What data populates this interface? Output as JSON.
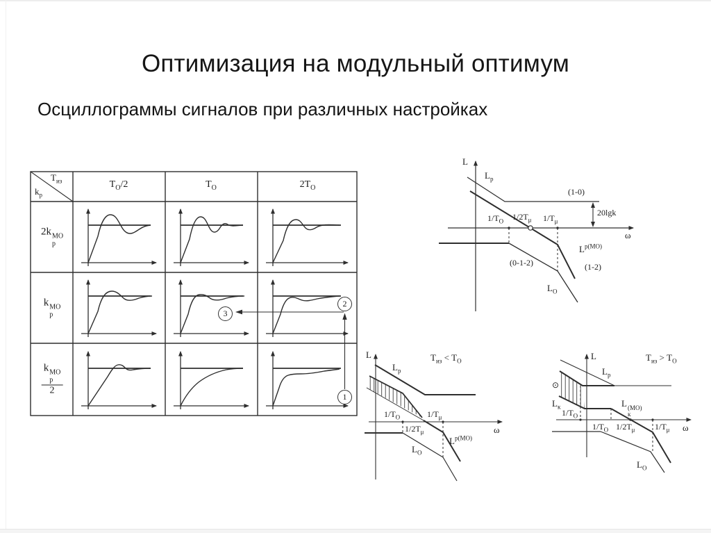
{
  "slide": {
    "title": "Оптимизация на модульный оптимум",
    "subtitle": "Осциллограммы сигналов при различных настройках"
  },
  "table": {
    "corner": {
      "top_base": "Т",
      "top_sub": "из",
      "bottom_base": "k",
      "bottom_sub": "р"
    },
    "columns": [
      {
        "pre": "",
        "base": "Т",
        "sub": "О",
        "post": "/2"
      },
      {
        "pre": "",
        "base": "Т",
        "sub": "О",
        "post": ""
      },
      {
        "pre": "2",
        "base": "Т",
        "sub": "О",
        "post": ""
      }
    ],
    "rows": [
      {
        "pre": "2",
        "base": "k",
        "sub": "p",
        "sup": "МО",
        "den": ""
      },
      {
        "pre": "",
        "base": "k",
        "sub": "p",
        "sup": "МО",
        "den": ""
      },
      {
        "pre": "",
        "base": "k",
        "sub": "p",
        "sup": "МО",
        "den": "2"
      }
    ]
  },
  "markers": {
    "one": "1",
    "two": "2",
    "three": "3"
  },
  "bode_top": {
    "axis_l": "L",
    "axis_w": "ω",
    "lp_base": "L",
    "lp_sub": "p",
    "slopes_top": "(1-0)",
    "gain": "20lgk",
    "tick_to_base": "1/T",
    "tick_to_sub": "О",
    "tick_t2mu_base": "1/2T",
    "tick_t2mu_sub": "μ",
    "tick_tmu_base": "1/T",
    "tick_tmu_sub": "μ",
    "lpmo_base": "L",
    "lpmo_sup": "р(МО)",
    "slopes_mid": "(0-1-2)",
    "slopes_right": "(1-2)",
    "lo_base": "L",
    "lo_sub": "О"
  },
  "bode_mid": {
    "axis_l": "L",
    "axis_w": "ω",
    "cond_t1": "Т",
    "cond_s1": "из",
    "cond_t2": " < Т",
    "cond_s2": "О",
    "lp_base": "L",
    "lp_sub": "p",
    "tick_to_base": "1/T",
    "tick_to_sub": "О",
    "tick_t2mu_base": "1/2T",
    "tick_t2mu_sub": "μ",
    "tick_tmu_base": "1/T",
    "tick_tmu_sub": "μ",
    "lpmo_base": "L",
    "lpmo_sup": "р(МО)",
    "lo_base": "L",
    "lo_sub": "О"
  },
  "bode_right": {
    "axis_l": "L",
    "axis_w": "ω",
    "cond_t1": "Т",
    "cond_s1": "из",
    "cond_t2": " > Т",
    "cond_s2": "О",
    "lp_base": "L",
    "lp_sub": "p",
    "lk_base": "L",
    "lk_sub": "к",
    "lkmo_base": "L",
    "lkmo_sub": "к",
    "lkmo_sup": "(МО)",
    "tick_to_left_base": "1/T",
    "tick_to_left_sub": "О",
    "tick_to_right_base": "1/T",
    "tick_to_right_sub": "О",
    "tick_t2mu_base": "1/2T",
    "tick_t2mu_sub": "μ",
    "tick_tmu_base": "1/T",
    "tick_tmu_sub": "μ",
    "lo_base": "L",
    "lo_sub": "О",
    "hatch_mark": "⊙"
  }
}
